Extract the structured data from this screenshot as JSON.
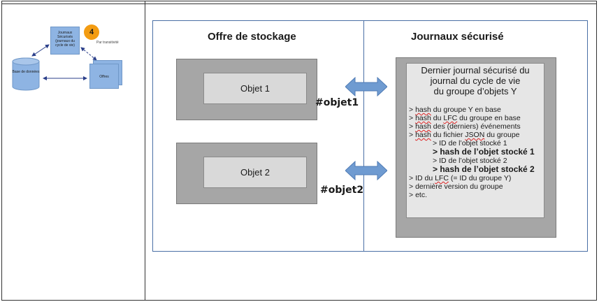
{
  "thumbnail": {
    "journaux_label": "Journaux Sécurisés (journaux du cycle de vie)",
    "badge_number": "4",
    "note": "Par transitivité",
    "offres_label": "Offres",
    "base_label": "Base de données"
  },
  "diagram": {
    "offre_heading": "Offre de stockage",
    "journaux_heading": "Journaux sécurisé",
    "objects": [
      {
        "label": "Objet 1",
        "hash": "#objet1"
      },
      {
        "label": "Objet 2",
        "hash": "#objet2"
      }
    ],
    "journal": {
      "title_lines": [
        "Dernier journal sécurisé du",
        "journal du cycle de vie",
        "du groupe d’objets Y"
      ],
      "items": [
        {
          "prefix": "> ",
          "word": "hash",
          "rest": " du groupe Y en base",
          "level": 1,
          "bold": false
        },
        {
          "prefix": "> ",
          "word": "hash",
          "rest": " du ",
          "word2": "LFC",
          "rest2": " du groupe en base",
          "level": 1,
          "bold": false
        },
        {
          "prefix": "> ",
          "word": "hash",
          "rest": " des (derniers) événements",
          "level": 1,
          "bold": false
        },
        {
          "prefix": "> ",
          "word": "hash",
          "rest": " du fichier ",
          "word2": "JSON",
          "rest2": " du groupe",
          "level": 1,
          "bold": false
        },
        {
          "prefix": "> ",
          "word": "",
          "rest": "ID de l’objet stocké 1",
          "level": 2,
          "bold": false
        },
        {
          "prefix": "> ",
          "word": "",
          "rest": "hash de l’objet stocké 1",
          "level": 2,
          "bold": true
        },
        {
          "prefix": "> ",
          "word": "",
          "rest": "ID de l’objet stocké 2",
          "level": 2,
          "bold": false
        },
        {
          "prefix": "> ",
          "word": "",
          "rest": "hash de l’objet stocké 2",
          "level": 2,
          "bold": true
        },
        {
          "prefix": "> ",
          "word": "",
          "rest": "ID du ",
          "word2": "LFC",
          "rest2": " (= ID du groupe Y)",
          "level": 1,
          "bold": false
        },
        {
          "prefix": "> ",
          "word": "",
          "rest": "dernière version du groupe",
          "level": 1,
          "bold": false
        },
        {
          "prefix": "> ",
          "word": "",
          "rest": "etc.",
          "level": 1,
          "bold": false
        }
      ]
    },
    "colors": {
      "arrow": "#6f9bd1",
      "card_outer": "#a6a6a6",
      "card_inner": "#d9d9d9",
      "panel_border": "#4a6fa5",
      "badge": "#f39c12",
      "thumb_box": "#8eb4e3"
    }
  }
}
